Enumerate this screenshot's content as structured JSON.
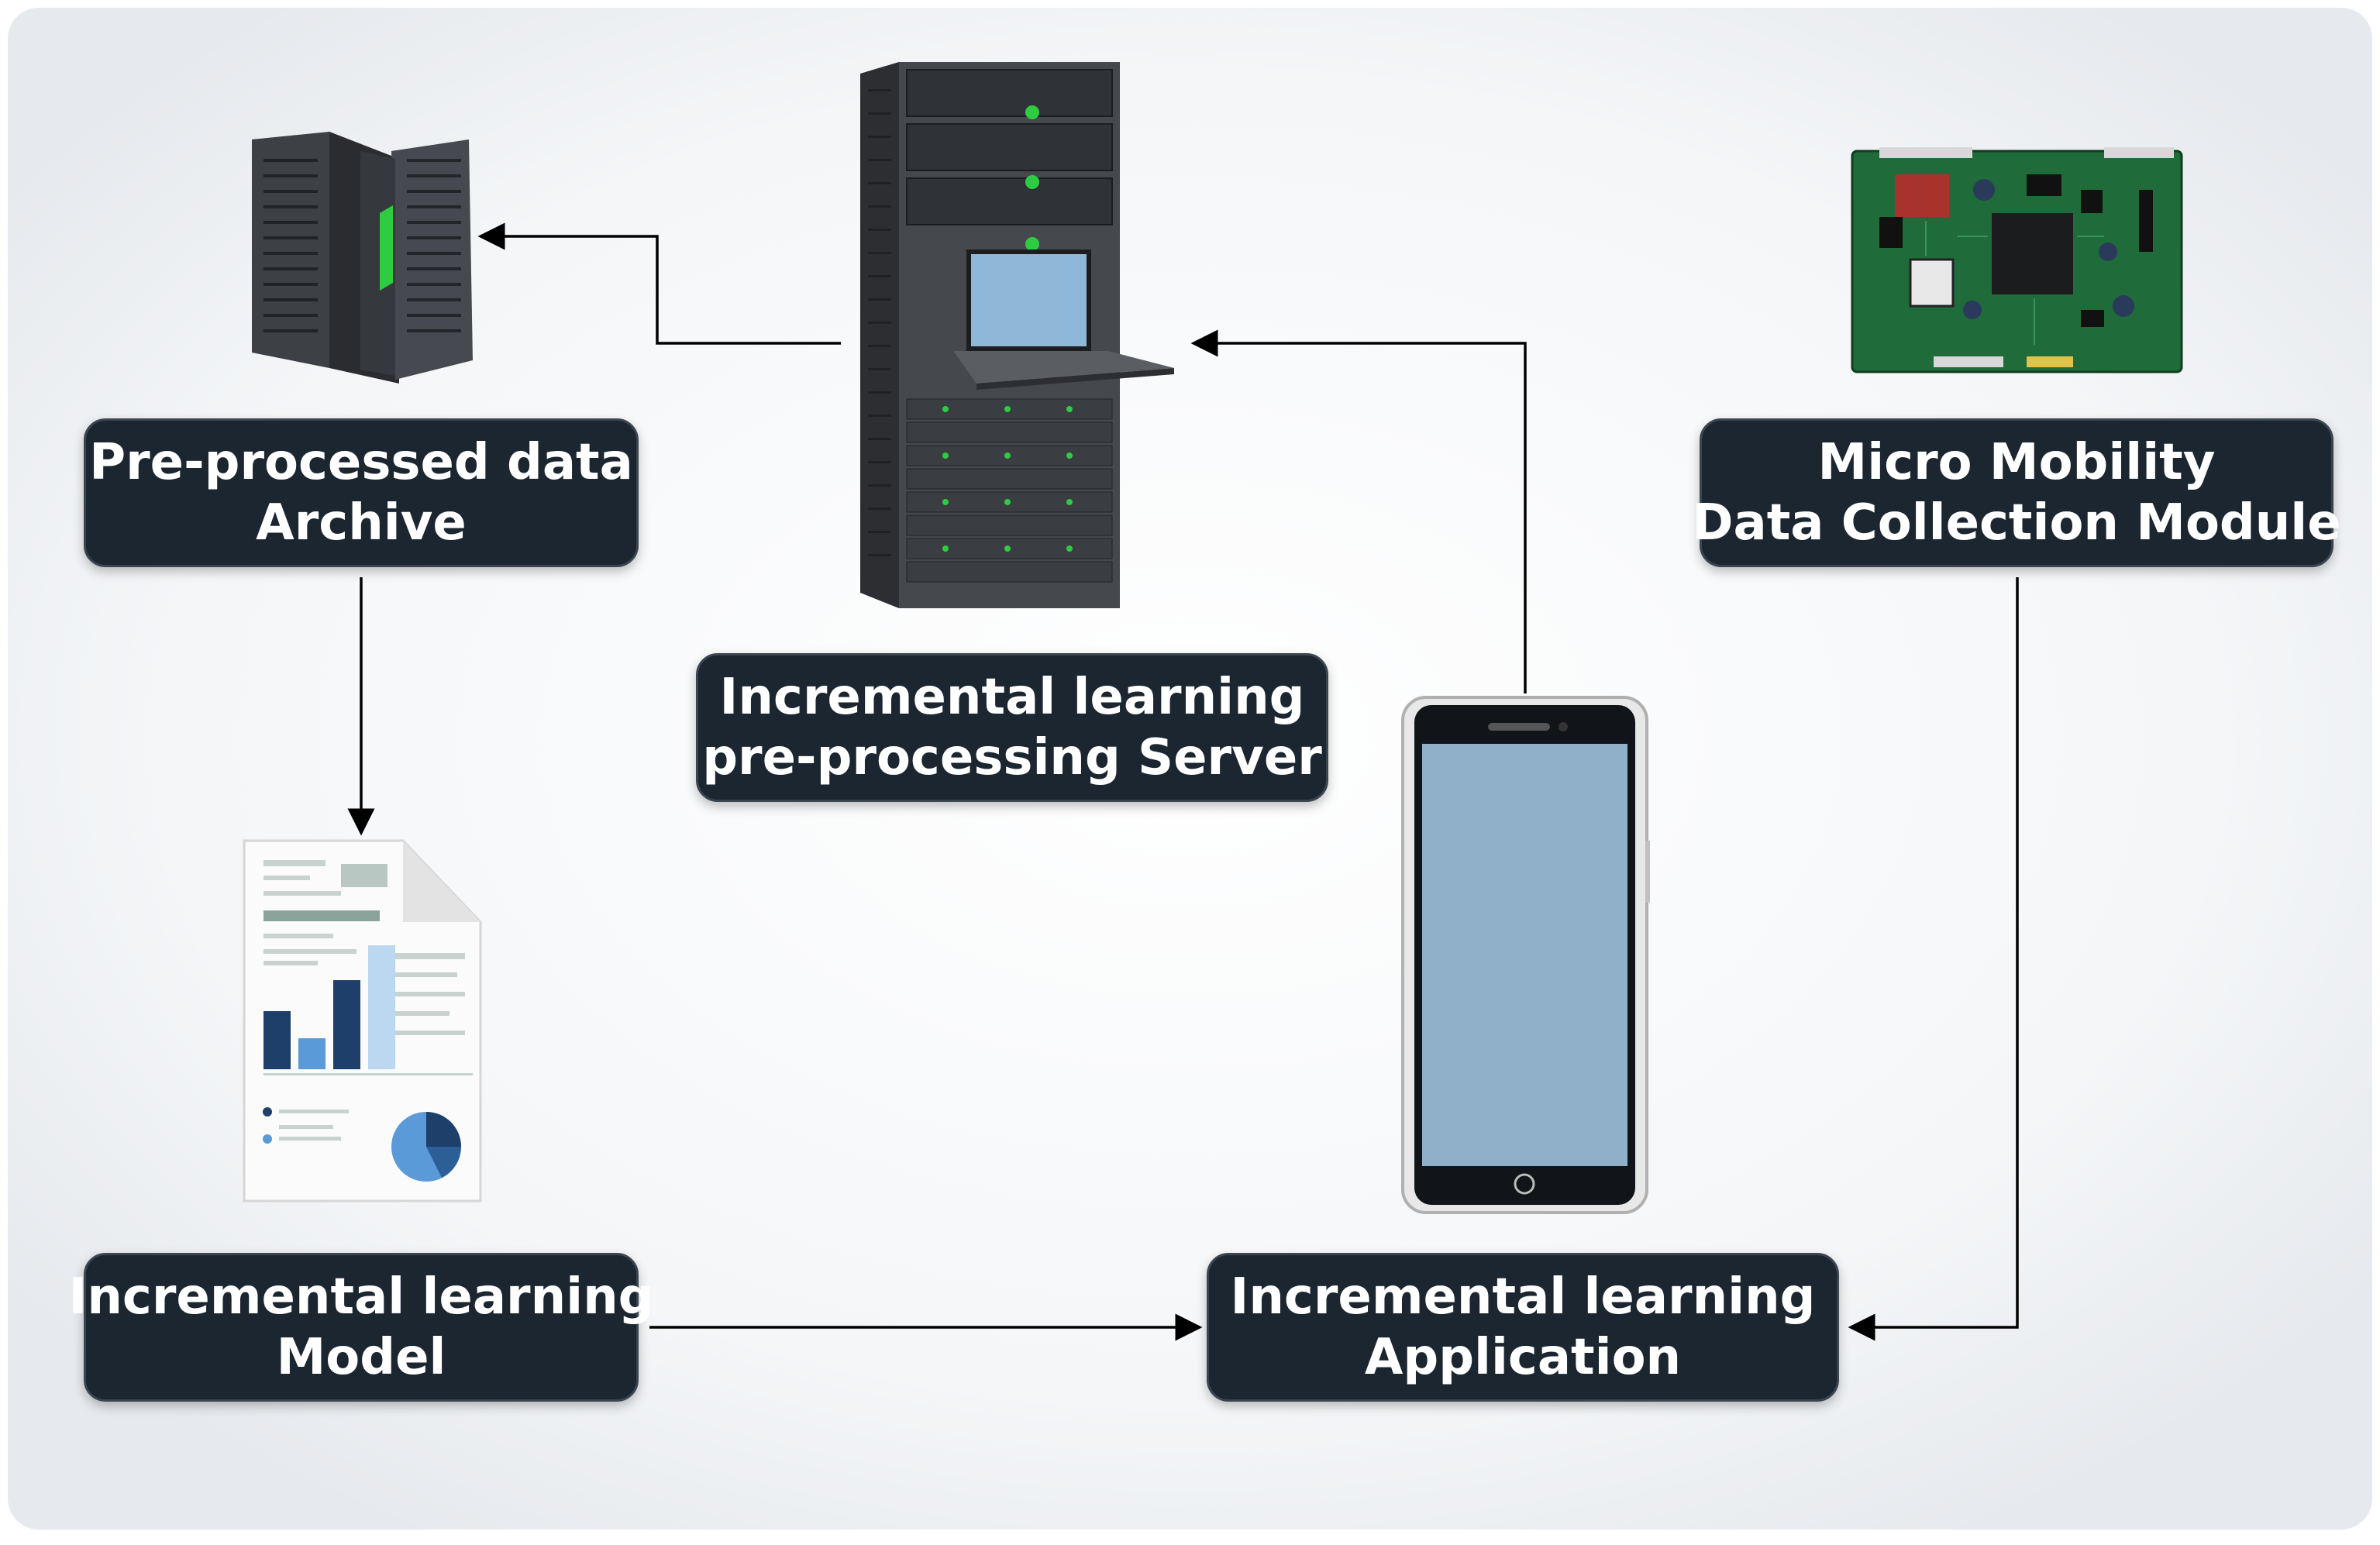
{
  "diagram": {
    "nodes": {
      "archive": {
        "line1": "Pre-processed data",
        "line2": "Archive",
        "icon": "server-pair-icon"
      },
      "server": {
        "line1": "Incremental learning",
        "line2": "pre-processing Server",
        "icon": "rack-server-icon"
      },
      "module": {
        "line1": "Micro Mobility",
        "line2": "Data Collection Module",
        "icon": "circuit-board-icon"
      },
      "model": {
        "line1": "Incremental learning",
        "line2": "Model",
        "icon": "report-document-icon"
      },
      "app": {
        "line1": "Incremental learning",
        "line2": "Application",
        "icon": "smartphone-icon"
      }
    },
    "edges": [
      {
        "from": "server",
        "to": "archive"
      },
      {
        "from": "archive",
        "to": "model"
      },
      {
        "from": "model",
        "to": "app"
      },
      {
        "from": "app",
        "to": "server"
      },
      {
        "from": "module",
        "to": "app"
      }
    ],
    "colors": {
      "label_bg": "#1b2630",
      "label_text": "#ffffff",
      "arrow": "#000000",
      "server_body": "#4a4d52",
      "status_led": "#2ecc40",
      "screen": "#8fb8d8",
      "pcb": "#1f6b3a",
      "chart_bar_dark": "#1f3f6b",
      "chart_bar_light": "#5a9ad8"
    }
  }
}
